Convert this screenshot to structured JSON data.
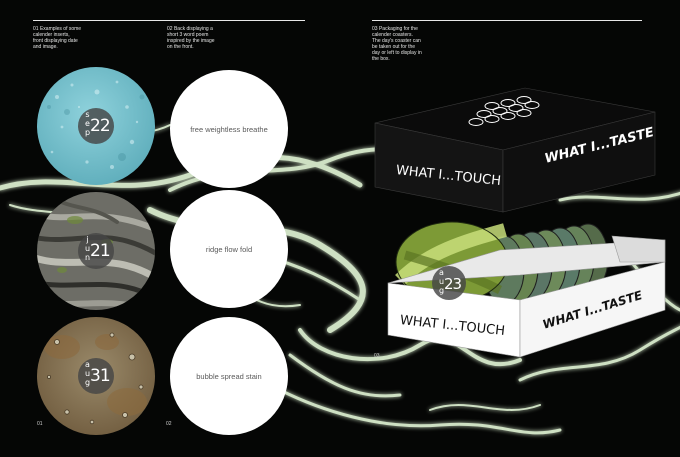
{
  "captions": {
    "c01": "01 Examples of some\ncalender inserts,\nfront displaying date\nand image.",
    "c02": "02 Back displaying a\nshort 3 word poem\ninspired by the image\non the front.",
    "c03": "03 Packaging for the\ncalender coasters.\nThe day's coaster can\nbe taken out for the\nday or left to display in\nthe box."
  },
  "page_numbers": {
    "p01": "01",
    "p02": "02",
    "p03": "03"
  },
  "front_discs": [
    {
      "month": [
        "s",
        "e",
        "p"
      ],
      "day": "22",
      "image": "blue-textured-surface"
    },
    {
      "month": [
        "j",
        "u",
        "n"
      ],
      "day": "21",
      "image": "tree-bark"
    },
    {
      "month": [
        "a",
        "u",
        "g"
      ],
      "day": "31",
      "image": "rusty-surface-with-droplets"
    }
  ],
  "poems": [
    "free weightless breathe",
    "ridge flow fold",
    "bubble spread stain"
  ],
  "box": {
    "lid_front": "WHAT I...TOUCH",
    "lid_side": "WHAT I...TASTE",
    "base_front": "WHAT I...TOUCH",
    "base_side": "WHAT I...TASTE",
    "coaster": {
      "month": [
        "a",
        "u",
        "g"
      ],
      "day": "23"
    }
  },
  "colors": {
    "background": "#050605",
    "light_streaks": "#e4f8d8",
    "box_lid": "#141414",
    "box_base": "#ffffff"
  }
}
